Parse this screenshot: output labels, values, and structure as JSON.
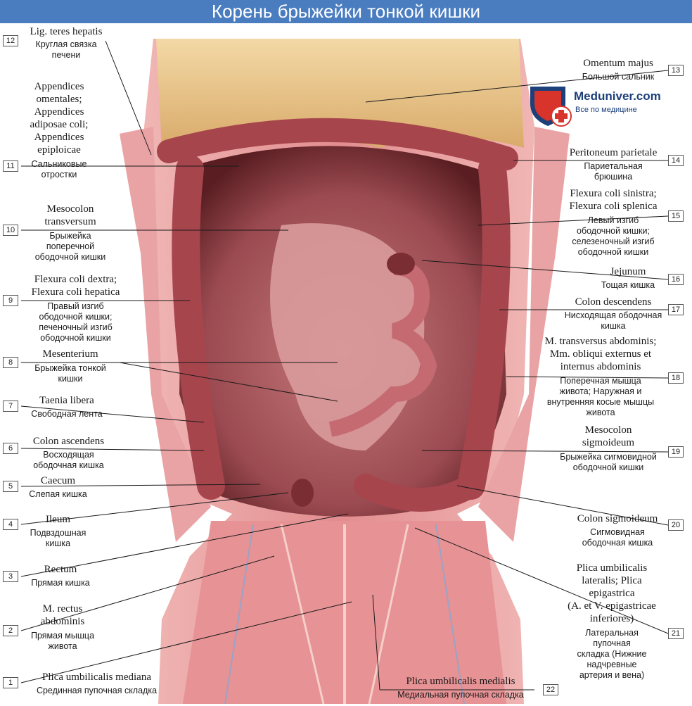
{
  "title": "Корень брыжейки тонкой кишки",
  "logo": {
    "name": "Meduniver.com",
    "subtitle": "Все по медицине"
  },
  "colors": {
    "title_bar": "#4a7cc0",
    "tissue": "#c8626a",
    "omentum": "#e8c890",
    "logo_blue": "#1d3f7a",
    "logo_red": "#d9342b"
  },
  "labels": [
    {
      "num": "12",
      "latin": [
        "Lig. teres hepatis"
      ],
      "russian": [
        "Круглая связка",
        "печени"
      ]
    },
    {
      "num": "11",
      "latin": [
        "Appendices",
        "omentales;",
        "Appendices",
        "adiposae coli;",
        "Appendices",
        "epiploicae"
      ],
      "russian": [
        "Сальниковые",
        "отростки"
      ]
    },
    {
      "num": "10",
      "latin": [
        "Mesocolon",
        "transversum"
      ],
      "russian": [
        "Брыжейка",
        "поперечной",
        "ободочной кишки"
      ]
    },
    {
      "num": "9",
      "latin": [
        "Flexura coli dextra;",
        "Flexura coli hepatica"
      ],
      "russian": [
        "Правый изгиб",
        "ободочной кишки;",
        "печеночный изгиб",
        "ободочной кишки"
      ]
    },
    {
      "num": "8",
      "latin": [
        "Mesenterium"
      ],
      "russian": [
        "Брыжейка тонкой",
        "кишки"
      ]
    },
    {
      "num": "7",
      "latin": [
        "Taenia libera"
      ],
      "russian": [
        "Свободная лента"
      ]
    },
    {
      "num": "6",
      "latin": [
        "Colon ascendens"
      ],
      "russian": [
        "Восходящая",
        "ободочная кишка"
      ]
    },
    {
      "num": "5",
      "latin": [
        "Caecum"
      ],
      "russian": [
        "Слепая кишка"
      ]
    },
    {
      "num": "4",
      "latin": [
        "Ileum"
      ],
      "russian": [
        "Подвздошная",
        "кишка"
      ]
    },
    {
      "num": "3",
      "latin": [
        "Rectum"
      ],
      "russian": [
        "Прямая кишка"
      ]
    },
    {
      "num": "2",
      "latin": [
        "M. rectus",
        "abdominis"
      ],
      "russian": [
        "Прямая мышца",
        "живота"
      ]
    },
    {
      "num": "1",
      "latin": [
        "Plica umbilicalis mediana"
      ],
      "russian": [
        "Срединная пупочная складка"
      ]
    },
    {
      "num": "13",
      "latin": [
        "Omentum majus"
      ],
      "russian": [
        "Большой сальник"
      ]
    },
    {
      "num": "14",
      "latin": [
        "Peritoneum parietale"
      ],
      "russian": [
        "Париетальная",
        "брюшина"
      ]
    },
    {
      "num": "15",
      "latin": [
        "Flexura coli sinistra;",
        "Flexura coli splenica"
      ],
      "russian": [
        "Левый изгиб",
        "ободочной кишки;",
        "селезеночный изгиб",
        "ободочной кишки"
      ]
    },
    {
      "num": "16",
      "latin": [
        "Jejunum"
      ],
      "russian": [
        "Тощая кишка"
      ]
    },
    {
      "num": "17",
      "latin": [
        "Colon descendens"
      ],
      "russian": [
        "Нисходящая ободочная",
        "кишка"
      ]
    },
    {
      "num": "18",
      "latin": [
        "M. transversus abdominis;",
        "Mm. obliqui externus et",
        "internus abdominis"
      ],
      "russian": [
        "Поперечная мышца",
        "живота; Наружная и",
        "внутренняя косые мышцы",
        "живота"
      ]
    },
    {
      "num": "19",
      "latin": [
        "Mesocolon",
        "sigmoideum"
      ],
      "russian": [
        "Брыжейка сигмовидной",
        "ободочной кишки"
      ]
    },
    {
      "num": "20",
      "latin": [
        "Colon sigmoideum"
      ],
      "russian": [
        "Сигмовидная",
        "ободочная кишка"
      ]
    },
    {
      "num": "21",
      "latin": [
        "Plica umbilicalis",
        "lateralis; Plica",
        "epigastrica",
        "(A. et V. epigastricae",
        "inferiores)"
      ],
      "russian": [
        "Латеральная",
        "пупочная",
        "складка (Нижние",
        "надчревные",
        "артерия и вена)"
      ]
    },
    {
      "num": "22",
      "latin": [
        "Plica umbilicalis medialis"
      ],
      "russian": [
        "Медиальная пупочная складка"
      ]
    }
  ]
}
